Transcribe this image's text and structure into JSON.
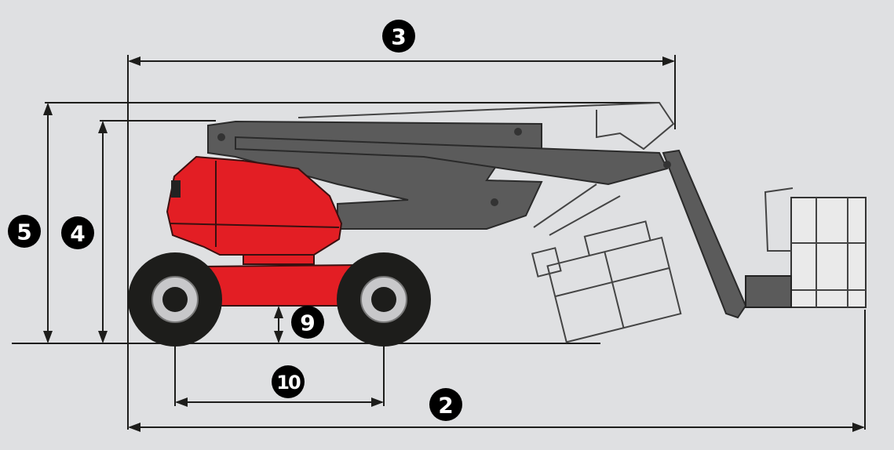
{
  "diagram": {
    "title_visible": false,
    "colors": {
      "background": "#dfe0e2",
      "body": "#e31e24",
      "boom": "#5b5b5b",
      "lines": "#1d1d1b"
    },
    "dimension_labels": {
      "overall_length": "2",
      "horizontal_reach": "3",
      "stowed_height": "4",
      "overall_height": "5",
      "ground_clearance": "9",
      "wheelbase": "10"
    }
  }
}
